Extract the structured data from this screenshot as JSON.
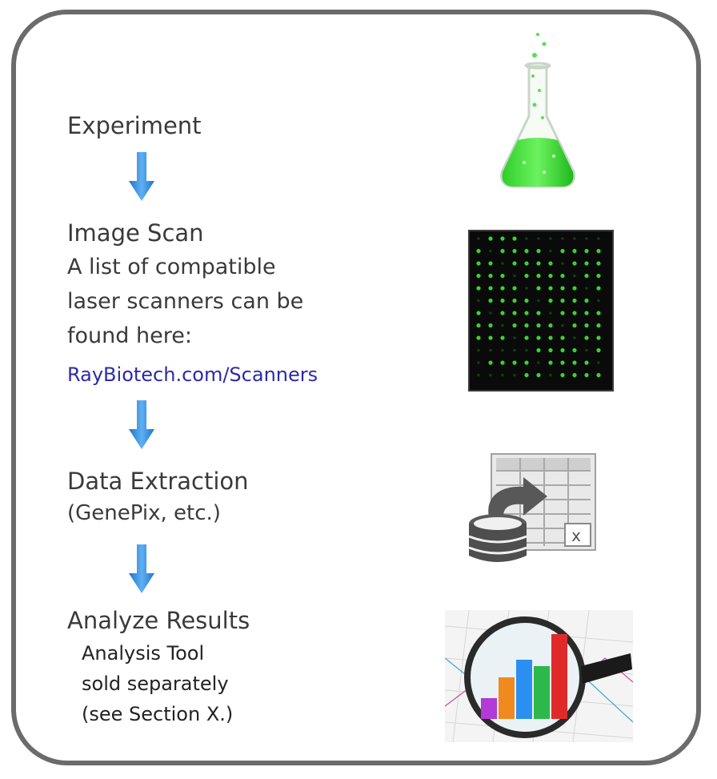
{
  "steps": {
    "experiment": {
      "title": "Experiment"
    },
    "image_scan": {
      "title": "Image Scan",
      "lines": [
        "A list of compatible",
        "laser scanners can be",
        "found here:"
      ],
      "link": "RayBiotech.com/Scanners"
    },
    "data_extraction": {
      "title": "Data Extraction",
      "subtitle": "(GenePix, etc.)"
    },
    "analyze_results": {
      "title": "Analyze Results",
      "lines": [
        "Analysis Tool",
        "sold separately",
        "(see Section X.)"
      ]
    }
  },
  "spreadsheet_cell_label": "x",
  "icons": [
    "flask-icon",
    "microarray-scan-icon",
    "data-extraction-icon",
    "magnifier-chart-icon"
  ],
  "arrow_color": "#3a8fdc",
  "link_color": "#2c2aa6",
  "flask_color": "#3ee83a"
}
